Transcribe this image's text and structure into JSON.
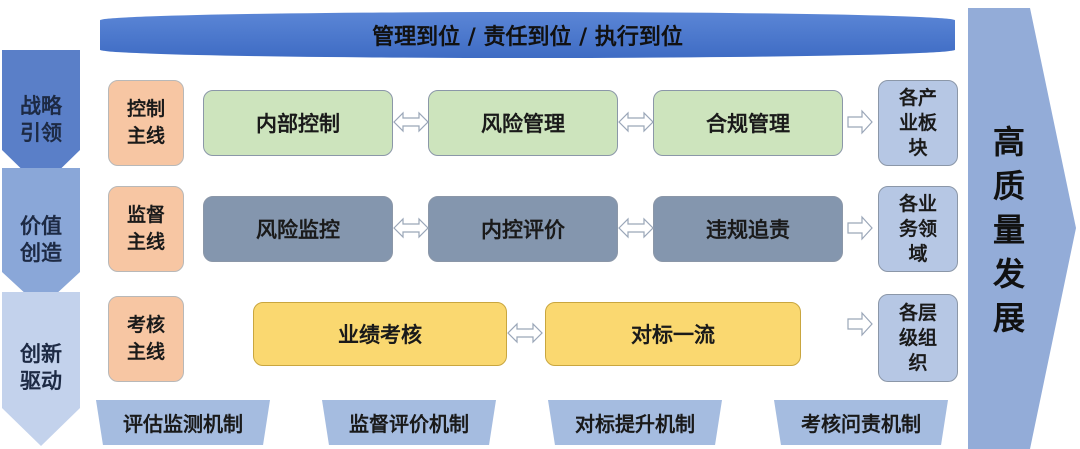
{
  "banner": {
    "text": "管理到位 / 责任到位 / 执行到位"
  },
  "left_stages": [
    {
      "line1": "战略",
      "line2": "引领"
    },
    {
      "line1": "价值",
      "line2": "创造"
    },
    {
      "line1": "创新",
      "line2": "驱动"
    }
  ],
  "rows": [
    {
      "label_line1": "控制",
      "label_line2": "主线",
      "boxes": [
        "内部控制",
        "风险管理",
        "合规管理"
      ],
      "target": [
        "各产",
        "业板",
        "块"
      ]
    },
    {
      "label_line1": "监督",
      "label_line2": "主线",
      "boxes": [
        "风险监控",
        "内控评价",
        "违规追责"
      ],
      "target": [
        "各业",
        "务领",
        "域"
      ]
    },
    {
      "label_line1": "考核",
      "label_line2": "主线",
      "boxes": [
        "业绩考核",
        "对标一流"
      ],
      "target": [
        "各层",
        "级组",
        "织"
      ]
    }
  ],
  "goal": [
    "高",
    "质",
    "量",
    "发",
    "展"
  ],
  "mechanisms": [
    "评估监测机制",
    "监督评价机制",
    "对标提升机制",
    "考核问责机制"
  ],
  "colors": {
    "banner": "#4a78cc",
    "chevron": "#a3b9de",
    "mainline": "#f7c6a3",
    "control_boxes": "#cde4bd",
    "supervision_boxes": "#8496ae",
    "assessment_boxes": "#fad870",
    "target": "#b6c7e4",
    "goal_arrow": "#93acd8",
    "mechanism": "#a5bce0"
  },
  "icons": {
    "connector": "double-arrow-icon",
    "to_target": "right-arrow-icon"
  }
}
